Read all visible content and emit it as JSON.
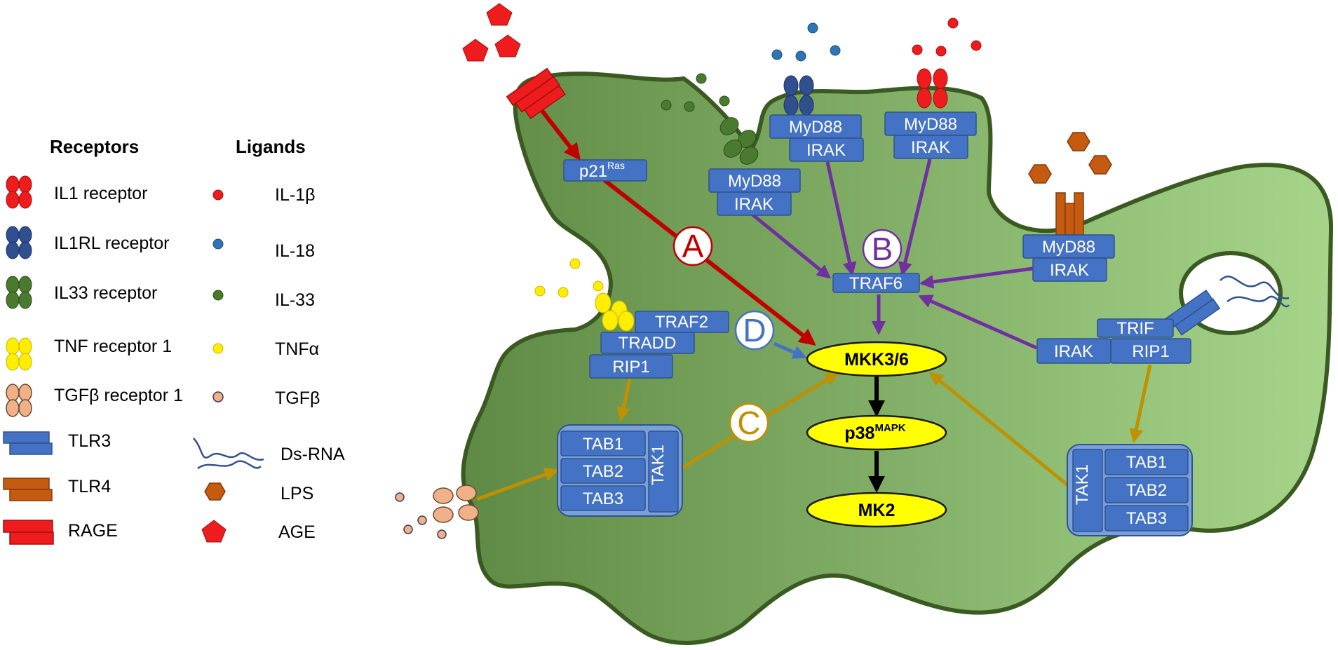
{
  "legend": {
    "receptors_heading": "Receptors",
    "ligands_heading": "Ligands",
    "receptors": [
      {
        "label": "IL1 receptor",
        "icon": "il1-receptor-icon",
        "color": "#ee1c1c"
      },
      {
        "label": "IL1RL receptor",
        "icon": "il1rl-receptor-icon",
        "color": "#2f4f8f"
      },
      {
        "label": "IL33 receptor",
        "icon": "il33-receptor-icon",
        "color": "#4a7a2e"
      },
      {
        "label": "TNF receptor 1",
        "icon": "tnf-receptor-icon",
        "color": "#ffee00"
      },
      {
        "label": "TGFβ receptor 1",
        "icon": "tgfb-receptor-icon",
        "color": "#f0b088"
      },
      {
        "label": "TLR3",
        "icon": "tlr3-icon",
        "color": "#4472c4"
      },
      {
        "label": "TLR4",
        "icon": "tlr4-icon",
        "color": "#c55a11"
      },
      {
        "label": "RAGE",
        "icon": "rage-icon",
        "color": "#ee1c1c"
      }
    ],
    "ligands": [
      {
        "label": "IL-1β",
        "icon": "il1b-dot-icon",
        "color": "#ee1c1c"
      },
      {
        "label": "IL-18",
        "icon": "il18-dot-icon",
        "color": "#2e75b6"
      },
      {
        "label": "IL-33",
        "icon": "il33-dot-icon",
        "color": "#4a7a2e"
      },
      {
        "label": "TNFα",
        "icon": "tnfa-dot-icon",
        "color": "#ffee00"
      },
      {
        "label": "TGFβ",
        "icon": "tgfb-dot-icon",
        "color": "#f0b088"
      },
      {
        "label": "Ds-RNA",
        "icon": "dsrna-icon",
        "color": "#4472c4"
      },
      {
        "label": "LPS",
        "icon": "lps-hexagon-icon",
        "color": "#c55a11"
      },
      {
        "label": "AGE",
        "icon": "age-pentagon-icon",
        "color": "#ee1c1c"
      }
    ]
  },
  "pathway": {
    "p21": "p21",
    "p21_sup": "Ras",
    "myd88": "MyD88",
    "irak": "IRAK",
    "traf6": "TRAF6",
    "traf2": "TRAF2",
    "tradd": "TRADD",
    "rip1": "RIP1",
    "trif": "TRIF",
    "tab1": "TAB1",
    "tab2": "TAB2",
    "tab3": "TAB3",
    "tak1": "TAK1",
    "mkk": "MKK3/6",
    "p38": "p38",
    "p38_sup": "MAPK",
    "mk2": "MK2"
  },
  "routes": [
    {
      "letter": "A",
      "color": "#c00000"
    },
    {
      "letter": "B",
      "color": "#7030a0"
    },
    {
      "letter": "C",
      "color": "#bf9000"
    },
    {
      "letter": "D",
      "color": "#4472c4"
    }
  ],
  "colors": {
    "cell_dark": "#5f8a45",
    "cell_light": "#a6d58a",
    "cell_border": "#3a5a22",
    "protein_box": "#4472c4",
    "protein_border": "#2f528f",
    "kinase": "#ffff00",
    "red_arrow": "#c00000",
    "purple_arrow": "#7030a0",
    "gold_arrow": "#bf9000",
    "blue_arrow": "#4472c4",
    "black_arrow": "#000000"
  }
}
